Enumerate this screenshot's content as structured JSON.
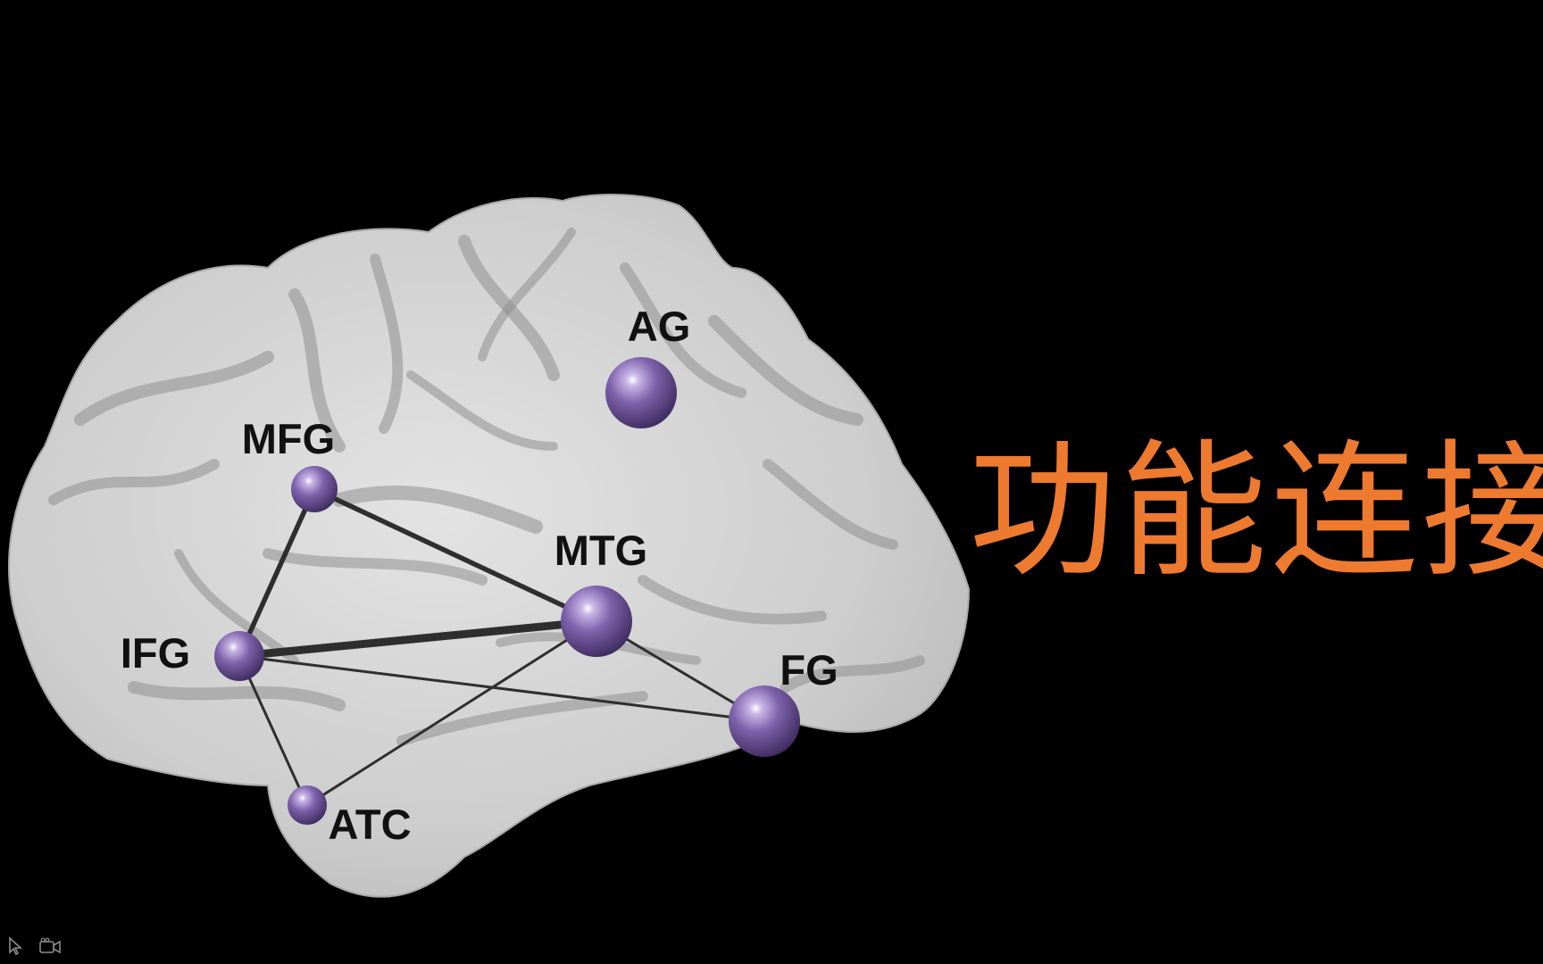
{
  "title": "功能连接",
  "title_color": "#EE7A30",
  "background_color": "#000000",
  "node_color": "#6A4E94",
  "edge_color": "#2E2E2E",
  "brain_color": "#C8C8C8",
  "nodes": [
    {
      "id": "AG",
      "label": "AG"
    },
    {
      "id": "MFG",
      "label": "MFG"
    },
    {
      "id": "MTG",
      "label": "MTG"
    },
    {
      "id": "IFG",
      "label": "IFG"
    },
    {
      "id": "FG",
      "label": "FG"
    },
    {
      "id": "ATC",
      "label": "ATC"
    }
  ],
  "edges": [
    {
      "source": "IFG",
      "target": "MTG",
      "strength": "strong"
    },
    {
      "source": "MFG",
      "target": "MTG",
      "strength": "medium"
    },
    {
      "source": "MFG",
      "target": "IFG",
      "strength": "medium"
    },
    {
      "source": "IFG",
      "target": "FG",
      "strength": "weak"
    },
    {
      "source": "MTG",
      "target": "FG",
      "strength": "weak"
    },
    {
      "source": "IFG",
      "target": "ATC",
      "strength": "weak"
    },
    {
      "source": "ATC",
      "target": "MTG",
      "strength": "weak"
    }
  ],
  "toolbar": {
    "icons": [
      "cursor-icon",
      "camera-icon"
    ]
  }
}
